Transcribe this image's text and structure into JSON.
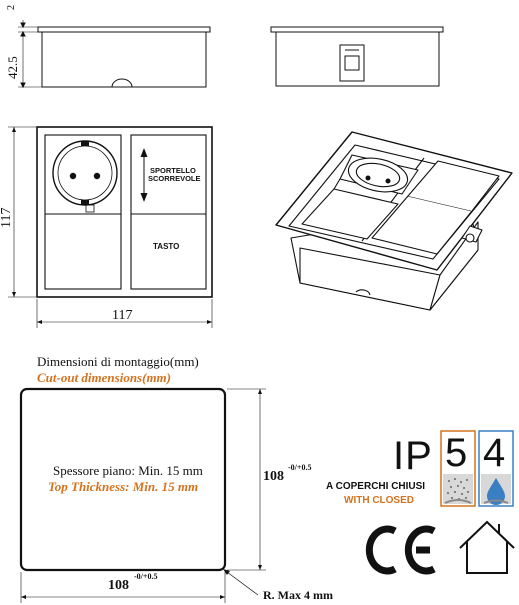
{
  "dims": {
    "top_small": "2",
    "height_side": "42.5",
    "plate_height": "117",
    "plate_width": "117"
  },
  "labels": {
    "sliding_cover": [
      "SPORTELLO",
      "SCORREVOLE"
    ],
    "key": "TASTO"
  },
  "mounting": {
    "title_it": "Dimensioni di montaggio(mm)",
    "title_en": "Cut-out dimensions(mm)",
    "thickness_it": "Spessore piano: Min. 15 mm",
    "thickness_en": "Top Thickness: Min. 15 mm",
    "height_value": "108",
    "height_tol": "-0/+0.5",
    "width_value": "108",
    "width_tol": "-0/+0.5",
    "radius": "R. Max 4 mm"
  },
  "ip": {
    "prefix": "IP",
    "digit1": "5",
    "digit2": "4",
    "caption_it": "A COPERCHI CHIUSI",
    "caption_en": "WITH CLOSED"
  },
  "colors": {
    "accent": "#d4731f",
    "ip_orange": "#d4731f",
    "ip_blue": "#3a7fc4"
  }
}
